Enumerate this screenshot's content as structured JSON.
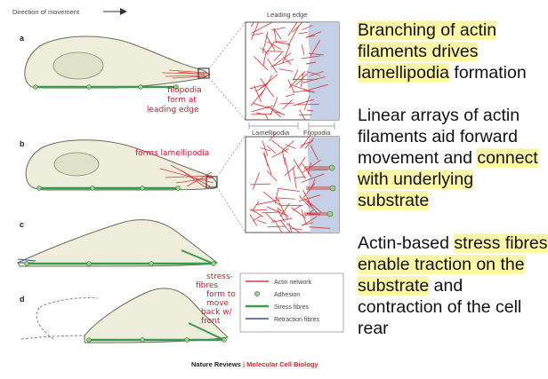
{
  "figure": {
    "direction_label": "Direction of movement",
    "leading_edge_label": "Leading edge",
    "panel_labels": [
      "a",
      "b",
      "c",
      "d"
    ],
    "lamellipodia_label": "Lamellipodia",
    "filopodia_label": "Filopodia",
    "legend": {
      "items": [
        {
          "label": "Actin network",
          "color": "#d44040"
        },
        {
          "label": "Adhesion",
          "color": "#9ccf8c"
        },
        {
          "label": "Stress fibres",
          "color": "#3a9a50"
        },
        {
          "label": "Retraction fibres",
          "color": "#3b4d9a"
        }
      ]
    },
    "credit": {
      "part1": "Nature Reviews",
      "sep": " | ",
      "part2": "Molecular Cell Biology",
      "part2_color": "#c0302e"
    },
    "handwritten": {
      "a": [
        "filopodia",
        "form at",
        "leading edge"
      ],
      "b": "forms lamellipodia",
      "d": [
        "stress-",
        "fibres",
        "form to",
        "move",
        "back w/",
        "front"
      ]
    },
    "colors": {
      "cell_fill": "#efeedd",
      "cell_stroke": "#6b6b5a",
      "nucleus": "#e1e0c8",
      "annotation": "#d9142b",
      "highlight": "#fcf7a8"
    }
  },
  "notes": [
    {
      "segments": [
        {
          "text": "Branching of actin filaments drives",
          "hl": true
        },
        {
          "text": " ",
          "hl": false
        },
        {
          "text": "lamellipodia",
          "hl": true
        },
        {
          "text": " formation",
          "hl": false
        }
      ]
    },
    {
      "segments": [
        {
          "text": "Linear arrays of actin filaments aid forward movement and ",
          "hl": false
        },
        {
          "text": "connect with underlying substrate",
          "hl": true
        }
      ]
    },
    {
      "segments": [
        {
          "text": "Actin-based ",
          "hl": false
        },
        {
          "text": "stress fibres enable traction on the substrate",
          "hl": true
        },
        {
          "text": " and contraction of the cell rear",
          "hl": false
        }
      ]
    }
  ]
}
